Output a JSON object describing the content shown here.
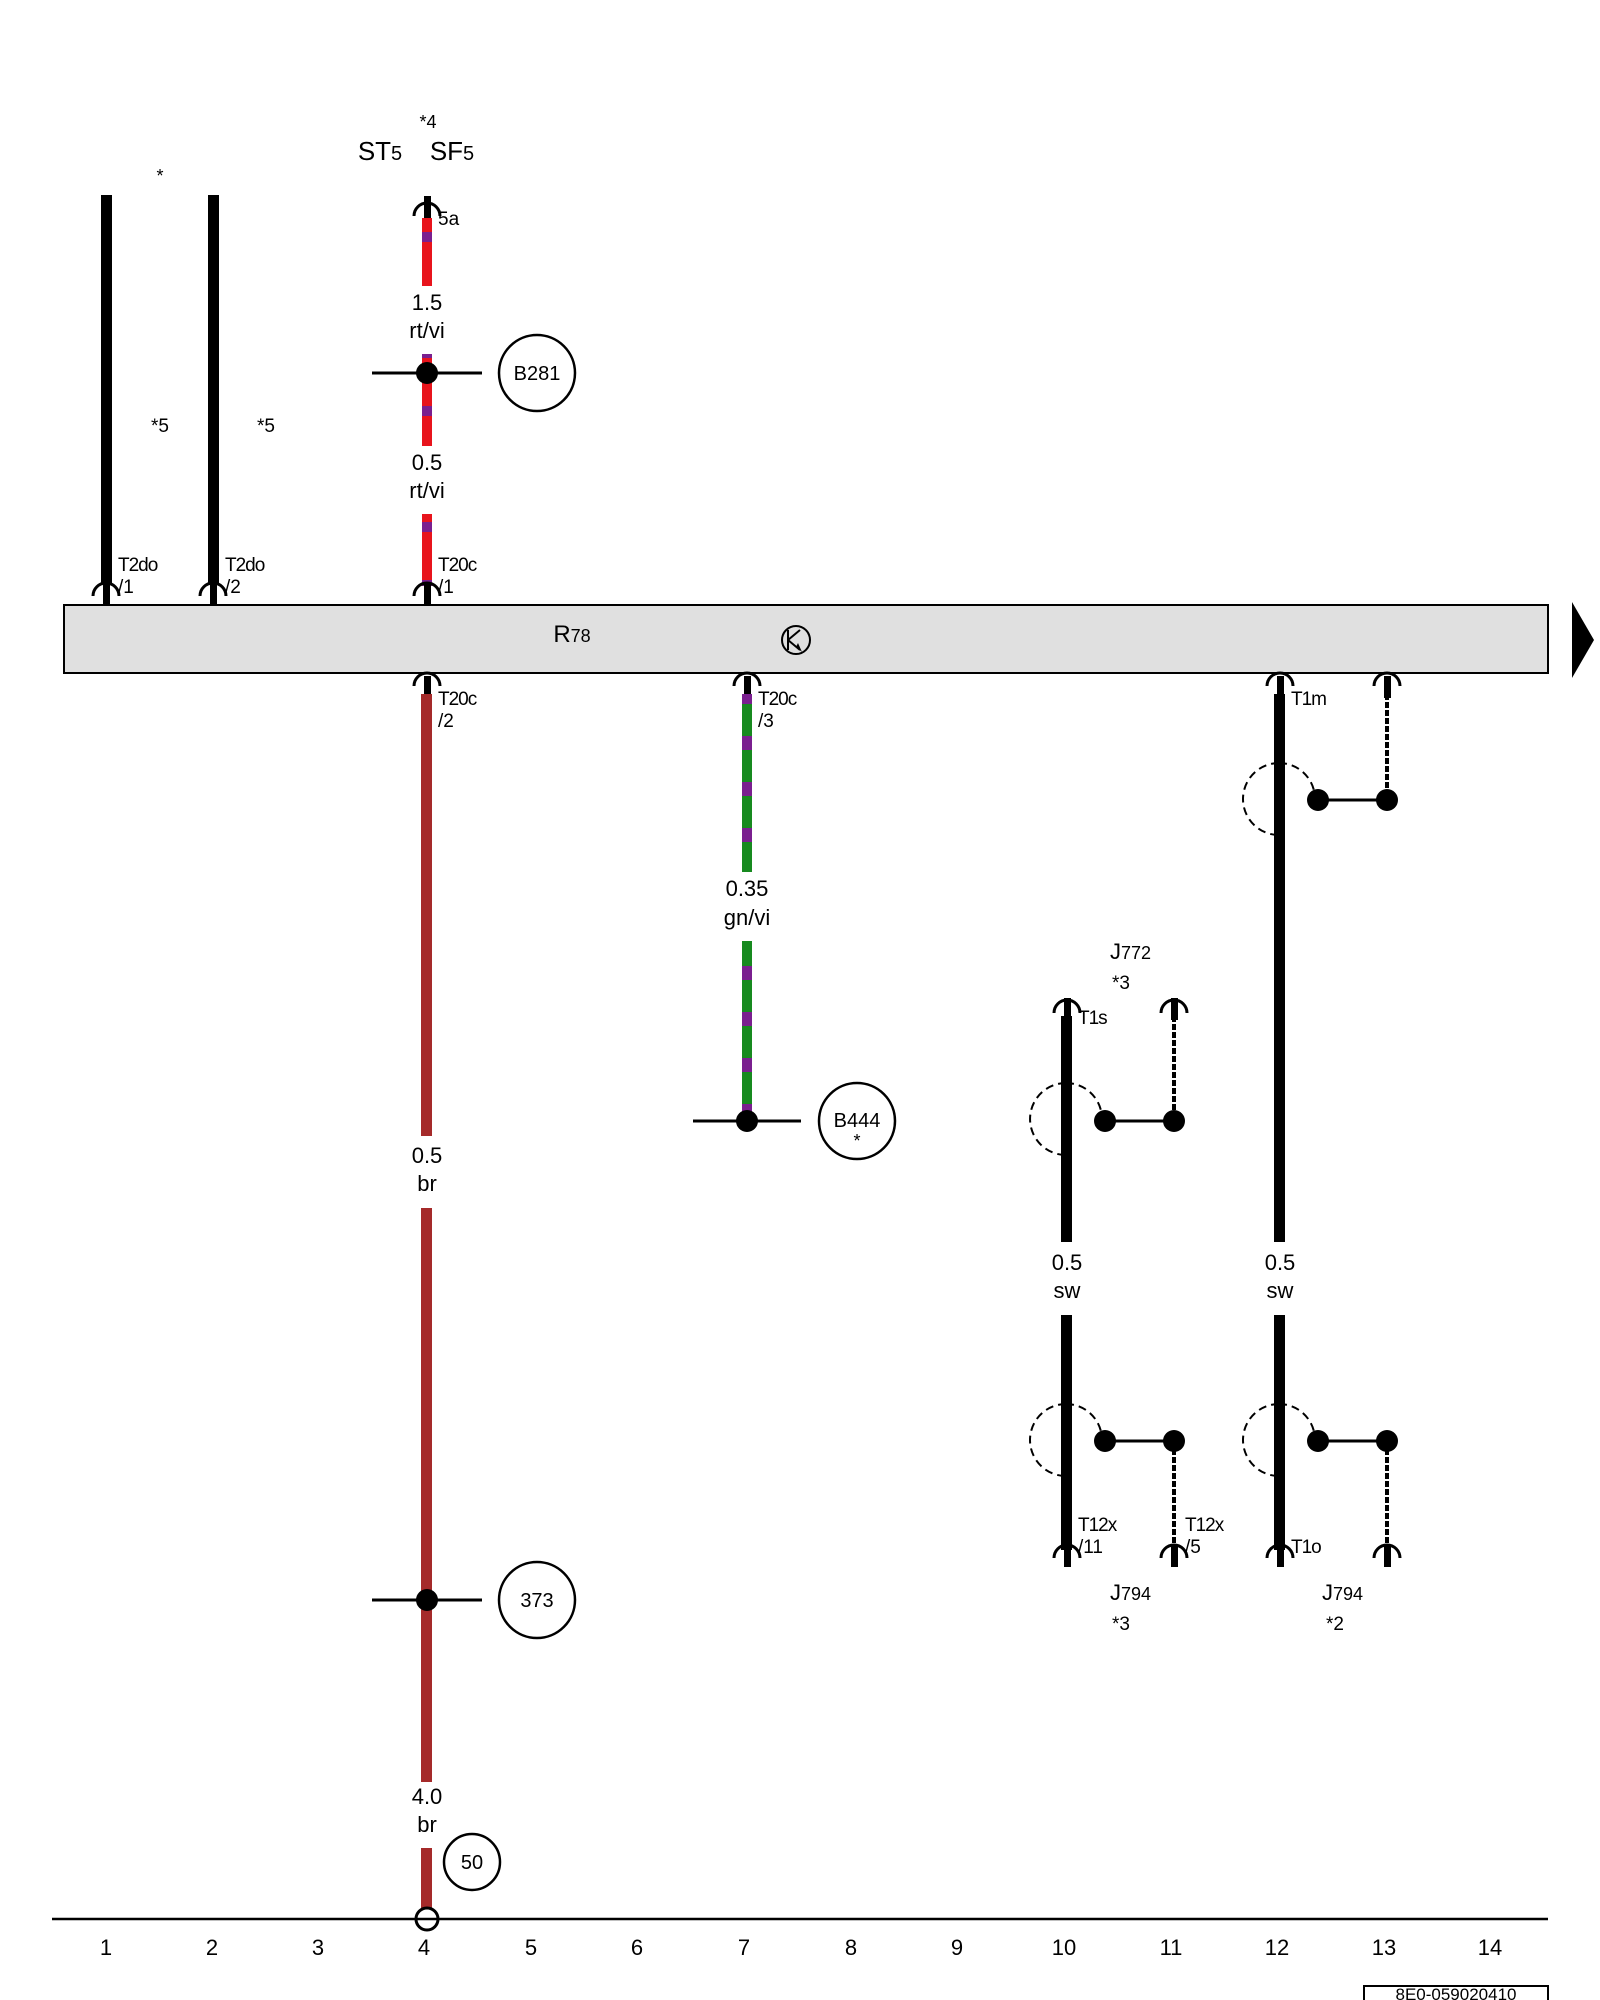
{
  "header": {
    "marker": "*4",
    "st": "ST",
    "st_sub": "5",
    "sf": "SF",
    "sf_sub": "5",
    "star": "*"
  },
  "wires": [
    {
      "id": "w1",
      "mark": "*5",
      "conn": "T2do",
      "pin": "/1",
      "color": "#000000"
    },
    {
      "id": "w2",
      "mark": "*5",
      "conn": "T2do",
      "pin": "/2",
      "color": "#000000"
    },
    {
      "id": "w4top",
      "top_pin": "5a",
      "gauge1": "1.5",
      "color1": "rt/vi",
      "splice": "B281",
      "gauge2": "0.5",
      "color2": "rt/vi",
      "conn": "T20c",
      "pin": "/1",
      "base": "#e8141c",
      "stripe": "#7a1f8f"
    },
    {
      "id": "w4bot",
      "conn": "T20c",
      "pin": "/2",
      "gauge1": "0.5",
      "color1": "br",
      "splice": "373",
      "gauge2": "4.0",
      "color2": "br",
      "ground": "50",
      "base": "#a52a2a"
    },
    {
      "id": "w7",
      "conn": "T20c",
      "pin": "/3",
      "gauge": "0.35",
      "color": "gn/vi",
      "splice": "B444",
      "splice_mark": "*",
      "base": "#178a1f",
      "stripe": "#7a1f8f"
    },
    {
      "id": "w10",
      "top_conn": "T1s",
      "component": "J",
      "component_sub": "772",
      "component_mark": "*3",
      "gauge": "0.5",
      "color": "sw",
      "bot_conn": "T12x",
      "bot_pin": "/11",
      "side_conn": "T12x",
      "side_pin": "/5",
      "bottom_component": "J",
      "bottom_component_sub": "794",
      "bottom_mark": "*3"
    },
    {
      "id": "w12",
      "top_conn": "T1m",
      "gauge": "0.5",
      "color": "sw",
      "bot_conn": "T1o",
      "bottom_component": "J",
      "bottom_component_sub": "794",
      "bottom_mark": "*2"
    }
  ],
  "component_bar": {
    "name": "R",
    "name_sub": "78",
    "fill": "#e0e0e0"
  },
  "ruler": [
    "1",
    "2",
    "3",
    "4",
    "5",
    "6",
    "7",
    "8",
    "9",
    "10",
    "11",
    "12",
    "13",
    "14"
  ],
  "doc_id": "8E0-059020410"
}
